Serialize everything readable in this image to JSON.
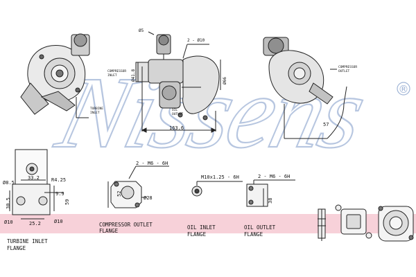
{
  "watermark": {
    "brand": "Nissens",
    "registered_mark": "®",
    "color": "#9fb4d6"
  },
  "band": {
    "color": "#f6c9d2",
    "labels": {
      "compressor_outlet_flange": [
        "COMPRESSOR OUTLET",
        "FLANGE"
      ],
      "oil_inlet_flange": [
        "OIL INLET",
        "FLANGE"
      ],
      "oil_outlet_flange": [
        "OIL OUTLET",
        "FLANGE"
      ],
      "turbine_inlet_flange": [
        "TURBINE INLET",
        "FLANGE"
      ]
    }
  },
  "top_view_center": {
    "dims": {
      "d5": "Ø5",
      "two_d10": "2 - Ø10",
      "d41_8": "Ø41.8",
      "d66": "Ø66",
      "length": "163.6"
    },
    "small_labels": {
      "compressor_inlet": [
        "COMPRESSOR",
        "INLET"
      ],
      "oil_outlet": [
        "OIL",
        "OUTLET"
      ]
    }
  },
  "top_view_left": {
    "small_labels": {
      "turbine_inlet": [
        "TURBINE",
        "INLET"
      ]
    }
  },
  "top_view_right": {
    "dims": {
      "angle": "57"
    },
    "small_labels": {
      "compressor_outlet": [
        "COMPRESSOR",
        "OUTLET"
      ]
    }
  },
  "turbine_flange": {
    "dims": {
      "d8_5": "Ø8.5",
      "d33_2": "33.2",
      "r4_25": "R4.25",
      "d9_9": "9.9",
      "d30_5": "30.5",
      "d59": "59",
      "d10_left": "Ø10",
      "d25_2": "25.2",
      "d10_right": "Ø10"
    }
  },
  "compressor_flange": {
    "dims": {
      "threads": "2 - M6 - 6H",
      "d52": "52",
      "d28": "Ø28"
    }
  },
  "oil_inlet": {
    "dims": {
      "thread": "M10x1.25 - 6H"
    }
  },
  "oil_outlet": {
    "dims": {
      "threads": "2 - M6 - 6H",
      "d38": "38"
    }
  }
}
